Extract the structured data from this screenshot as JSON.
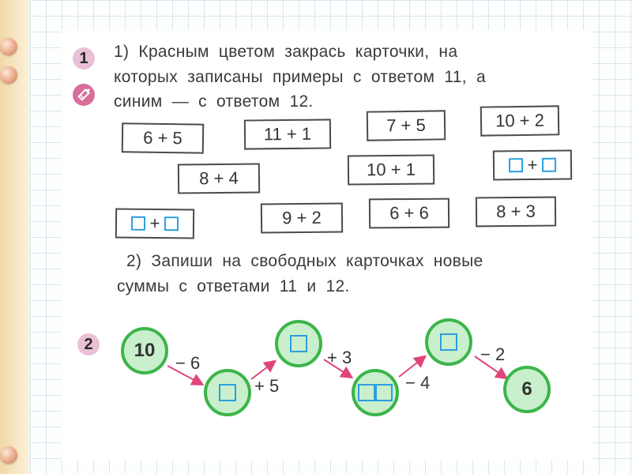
{
  "task1": {
    "number": "1",
    "line1": "1) Красным цветом закрась карточки, на",
    "line2": "которых записаны примеры с ответом 11, а",
    "line3": "синим — с ответом 12.",
    "cards": [
      "6 + 5",
      "11 + 1",
      "7 + 5",
      "10 + 2",
      "8 + 4",
      "10 + 1",
      "9 + 2",
      "6 + 6",
      "8 + 3"
    ],
    "blank_plus": "+",
    "part2_line1": "2) Запиши на свободных карточках новые",
    "part2_line2": "суммы с ответами 11 и 12."
  },
  "task2": {
    "number": "2",
    "start_value": "10",
    "end_value": "6",
    "operations": [
      "− 6",
      "+ 5",
      "+ 3",
      "− 4",
      "− 2"
    ]
  },
  "colors": {
    "badge": "#e9c0d6",
    "pencil": "#d86f9b",
    "node_fill": "#c9efcc",
    "node_border": "#3cb54a",
    "blank_square": "#2b9fe0",
    "arrow": "#e0457a"
  },
  "icons": [
    "pencil-icon"
  ]
}
